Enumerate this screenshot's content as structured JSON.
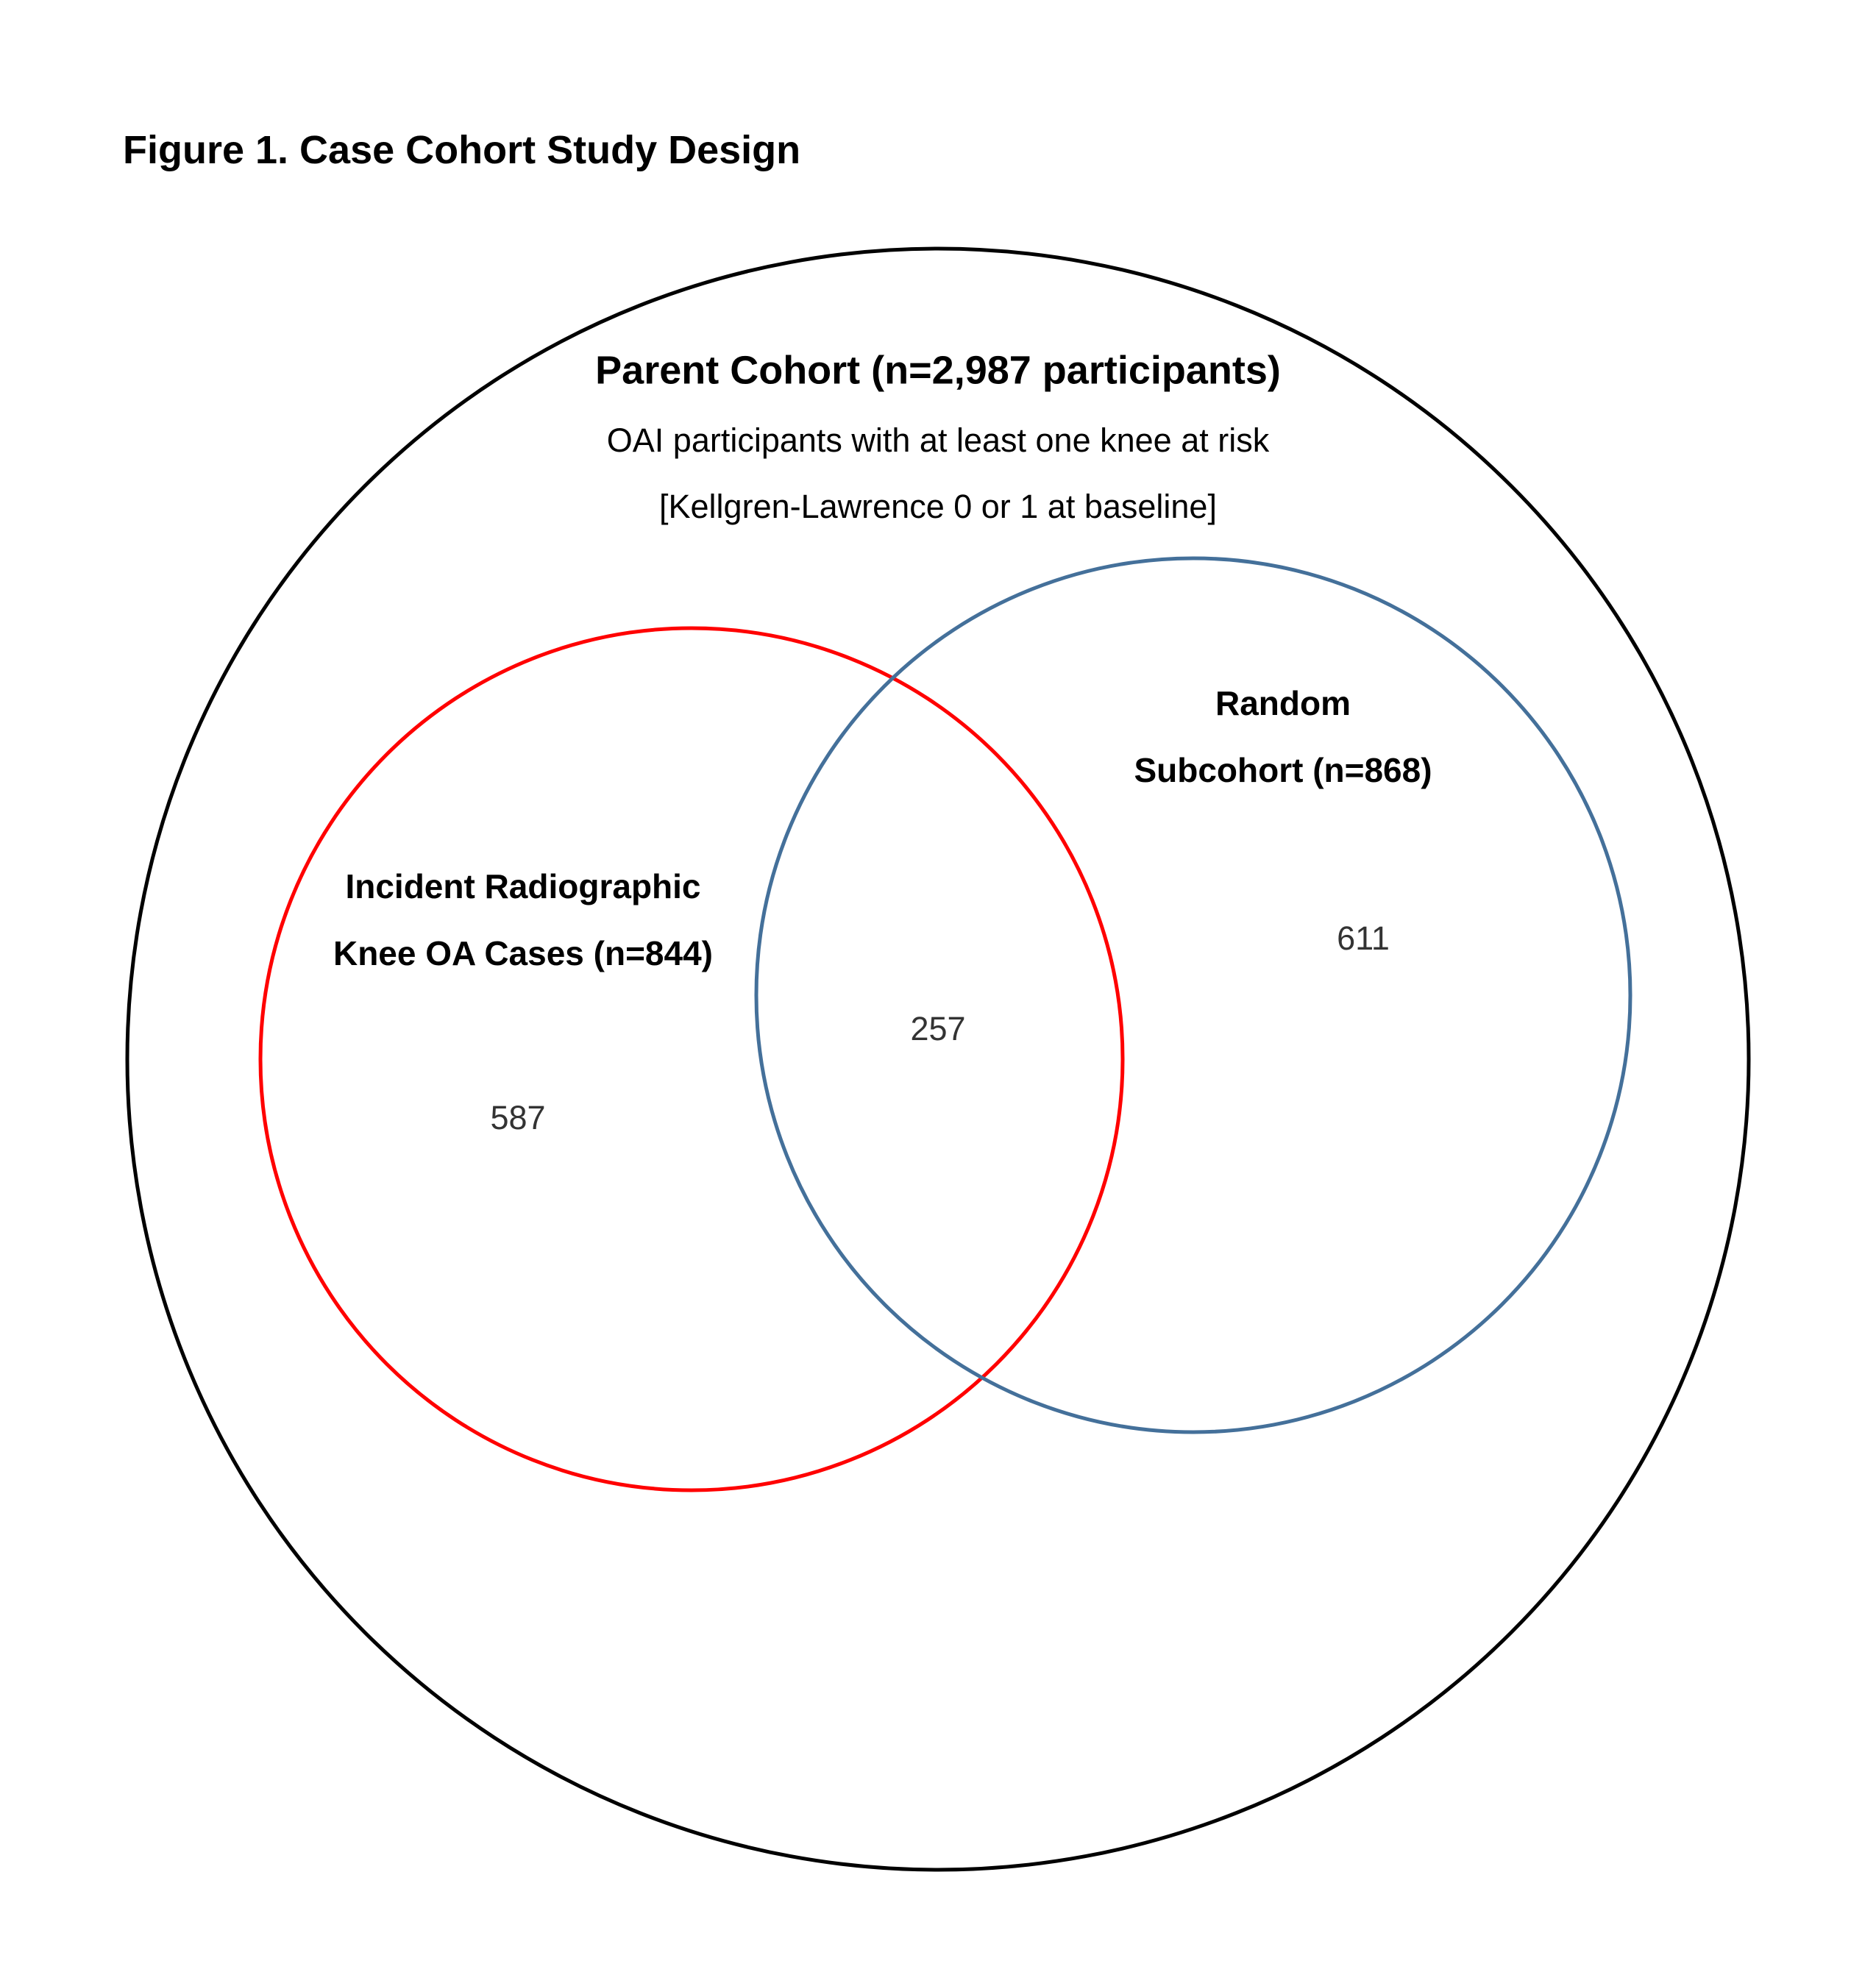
{
  "figure": {
    "title": "Figure 1. Case Cohort Study Design"
  },
  "parent_cohort": {
    "title": "Parent Cohort (n=2,987 participants)",
    "description_line1": "OAI participants with at least one knee at risk",
    "description_line2": "[Kellgren-Lawrence 0 or 1 at baseline]",
    "color": "#000000"
  },
  "cases": {
    "label_line1": "Incident Radiographic",
    "label_line2": "Knee OA Cases (n=844)",
    "only_count": "587",
    "color": "#ff0000"
  },
  "subcohort": {
    "label_line1": "Random",
    "label_line2": "Subcohort (n=868)",
    "only_count": "611",
    "color": "#44709a"
  },
  "overlap": {
    "count": "257"
  }
}
